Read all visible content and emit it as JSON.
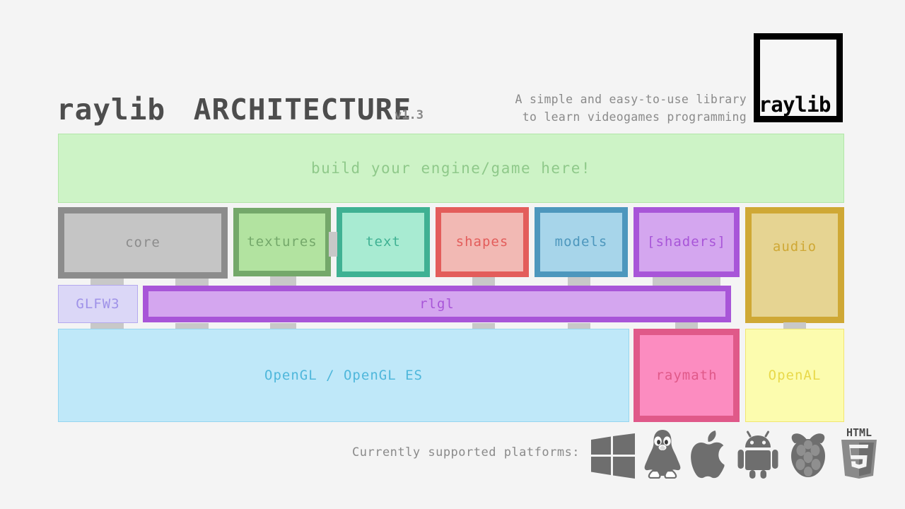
{
  "header": {
    "title": "raylib ARCHITECTURE",
    "title_brand": "raylib",
    "title_word": "ARCHITECTURE",
    "version": "v1.3",
    "tagline_line1": "A simple and easy-to-use library",
    "tagline_line2": "to learn videogames programming",
    "logo_text": "raylib"
  },
  "banner": {
    "label": "build your engine/game here!",
    "fill": "#cdf3c6",
    "text_color": "#8fc98a"
  },
  "modules": [
    {
      "id": "core",
      "label": "core",
      "fill": "#c5c5c5",
      "border": "#8c8c8c"
    },
    {
      "id": "textures",
      "label": "textures",
      "fill": "#b2e3a0",
      "border": "#74a86a"
    },
    {
      "id": "text",
      "label": "text",
      "fill": "#a8ebd2",
      "border": "#3fb193"
    },
    {
      "id": "shapes",
      "label": "shapes",
      "fill": "#f2b9b4",
      "border": "#e35d5b"
    },
    {
      "id": "models",
      "label": "models",
      "fill": "#a7d5ea",
      "border": "#4d97bd"
    },
    {
      "id": "shaders",
      "label": "[shaders]",
      "fill": "#d4a6ef",
      "border": "#a855d8"
    },
    {
      "id": "audio",
      "label": "audio",
      "fill": "#e6d492",
      "border": "#cfa835"
    }
  ],
  "middle": [
    {
      "id": "glfw3",
      "label": "GLFW3",
      "fill": "#dbd7f7",
      "border": "#b4a9ef"
    },
    {
      "id": "rlgl",
      "label": "rlgl",
      "fill": "#d4a6ef",
      "border": "#a855d8"
    }
  ],
  "backends": [
    {
      "id": "opengl",
      "label": "OpenGL / OpenGL ES",
      "fill": "#bfe8f9",
      "border": "#95d6f0"
    },
    {
      "id": "raymath",
      "label": "raymath",
      "fill": "#fc8cc0",
      "border": "#e05989"
    },
    {
      "id": "openal",
      "label": "OpenAL",
      "fill": "#fcfcae",
      "border": "#f2e670"
    }
  ],
  "footer": {
    "label": "Currently supported platforms:",
    "platforms": [
      {
        "id": "windows",
        "icon": "windows-icon"
      },
      {
        "id": "linux",
        "icon": "linux-tux-icon"
      },
      {
        "id": "apple",
        "icon": "apple-icon"
      },
      {
        "id": "android",
        "icon": "android-icon"
      },
      {
        "id": "raspberrypi",
        "icon": "raspberry-pi-icon"
      },
      {
        "id": "html5",
        "icon": "html5-icon",
        "top_text": "HTML",
        "glyph": "5"
      }
    ]
  },
  "colors": {
    "background": "#f4f4f4",
    "connector_tab": "#c8c8c8",
    "title": "#4d4d4d",
    "muted_text": "#8a8a8a"
  }
}
